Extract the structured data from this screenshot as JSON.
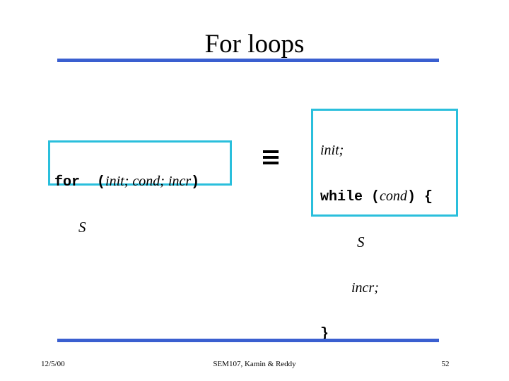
{
  "slide": {
    "title": "For loops",
    "background_color": "#FFFFFF",
    "rule_color": "#3A5FD0",
    "box_border_color": "#2ABFDC"
  },
  "left_box": {
    "name": "for-loop-form",
    "line1": {
      "keyword": "for",
      "open_paren": "(",
      "init": "init;",
      "cond": "cond;",
      "incr": "incr",
      "close_paren": ")"
    },
    "line2": {
      "statement": "S"
    }
  },
  "equivalence": {
    "symbol": "≡",
    "name": "equivalent-to"
  },
  "right_box": {
    "name": "while-loop-expansion",
    "line1": {
      "init": "init;"
    },
    "line2": {
      "keyword": "while",
      "open_paren": "(",
      "cond": "cond",
      "close_paren": ")",
      "open_brace": "{"
    },
    "line3": {
      "statement": "S"
    },
    "line4": {
      "incr": "incr;"
    },
    "line5": {
      "close_brace": "}"
    }
  },
  "footer": {
    "date": "12/5/00",
    "center": "SEM107, Kamin & Reddy",
    "page": "52"
  }
}
